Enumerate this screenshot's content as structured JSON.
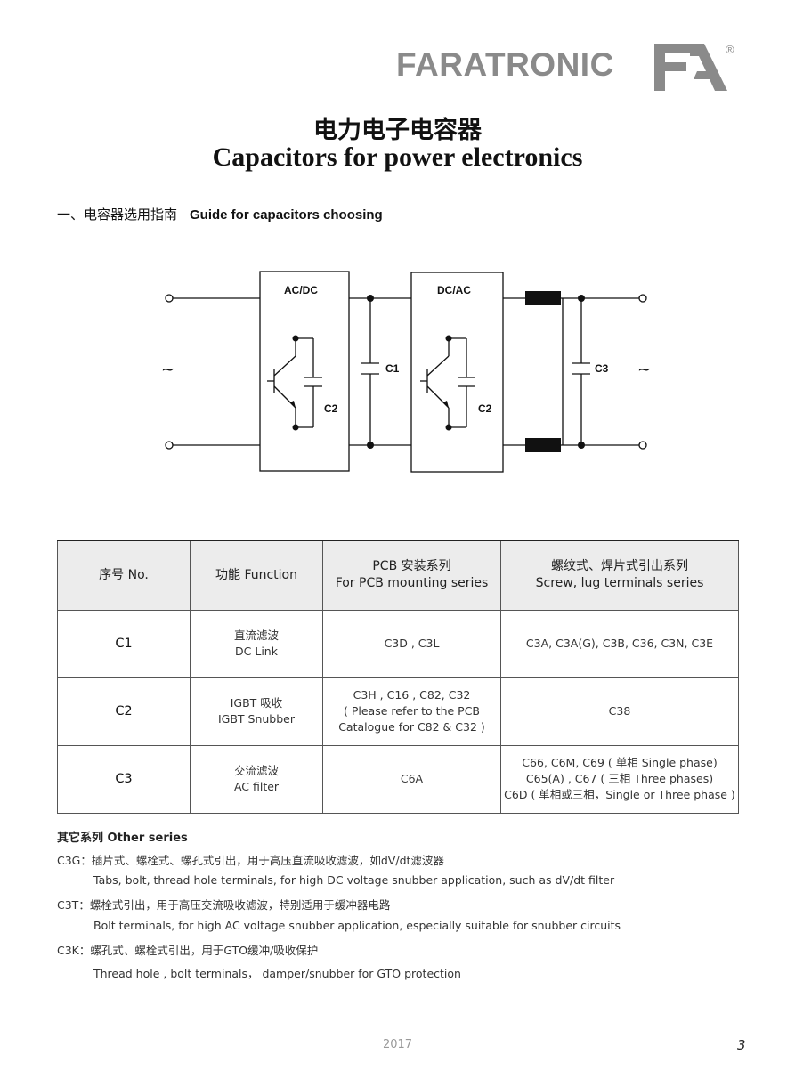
{
  "header": {
    "brand": "FARATRONIC",
    "registered": "®"
  },
  "title": {
    "cn": "电力电子电容器",
    "en": "Capacitors for power electronics"
  },
  "section": {
    "cn": "一、电容器选用指南",
    "en": "Guide for capacitors choosing"
  },
  "diagram": {
    "block1": "AC/DC",
    "block2": "DC/AC",
    "c1": "C1",
    "c2a": "C2",
    "c2b": "C2",
    "c3": "C3",
    "tilde_left": "~",
    "tilde_right": "~"
  },
  "table": {
    "headers": {
      "no": "序号 No.",
      "function": "功能 Function",
      "pcb": "PCB 安装系列\nFor PCB mounting series",
      "screw": "螺纹式、焊片式引出系列\nScrew, lug terminals series"
    },
    "rows": [
      {
        "no": "C1",
        "function": "直流滤波\nDC Link",
        "pcb": "C3D , C3L",
        "screw": "C3A, C3A(G), C3B, C36, C3N, C3E"
      },
      {
        "no": "C2",
        "function": "IGBT 吸收\nIGBT Snubber",
        "pcb": "C3H , C16 , C82, C32\n( Please refer to the PCB\nCatalogue for C82 & C32 )",
        "screw": "C38"
      },
      {
        "no": "C3",
        "function": "交流滤波\nAC filter",
        "pcb": "C6A",
        "screw": "C66, C6M, C69 ( 单相 Single phase)\nC65(A) , C67 ( 三相 Three phases)\nC6D ( 单相或三相，Single or Three phase )"
      }
    ]
  },
  "other": {
    "title": "其它系列 Other series",
    "items": [
      {
        "cn": "C3G：插片式、螺栓式、螺孔式引出，用于高压直流吸收滤波，如dV/dt滤波器",
        "en": "Tabs, bolt, thread hole terminals, for high DC voltage snubber application, such as dV/dt filter"
      },
      {
        "cn": "C3T：螺栓式引出，用于高压交流吸收滤波，特别适用于缓冲器电路",
        "en": "Bolt terminals, for high AC voltage snubber application, especially suitable for snubber circuits"
      },
      {
        "cn": "C3K：螺孔式、螺栓式引出，用于GTO缓冲/吸收保护",
        "en": "Thread hole , bolt terminals，  damper/snubber for GTO protection"
      }
    ]
  },
  "footer": {
    "year": "2017",
    "page": "3"
  }
}
